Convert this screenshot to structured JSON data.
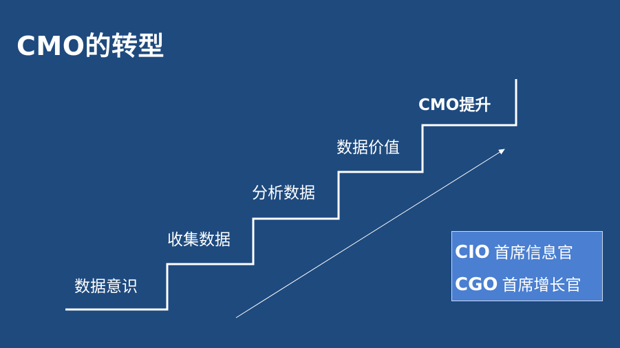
{
  "title": "CMO的转型",
  "steps": [
    "数据意识",
    "收集数据",
    "分析数据",
    "数据价值",
    "CMO提升"
  ],
  "roles": [
    {
      "abbr": "CIO",
      "name": "首席信息官"
    },
    {
      "abbr": "CGO",
      "name": "首席增长官"
    }
  ],
  "colors": {
    "background": "#1e4a7e",
    "box": "#4a7fd1",
    "line": "#ffffff"
  }
}
